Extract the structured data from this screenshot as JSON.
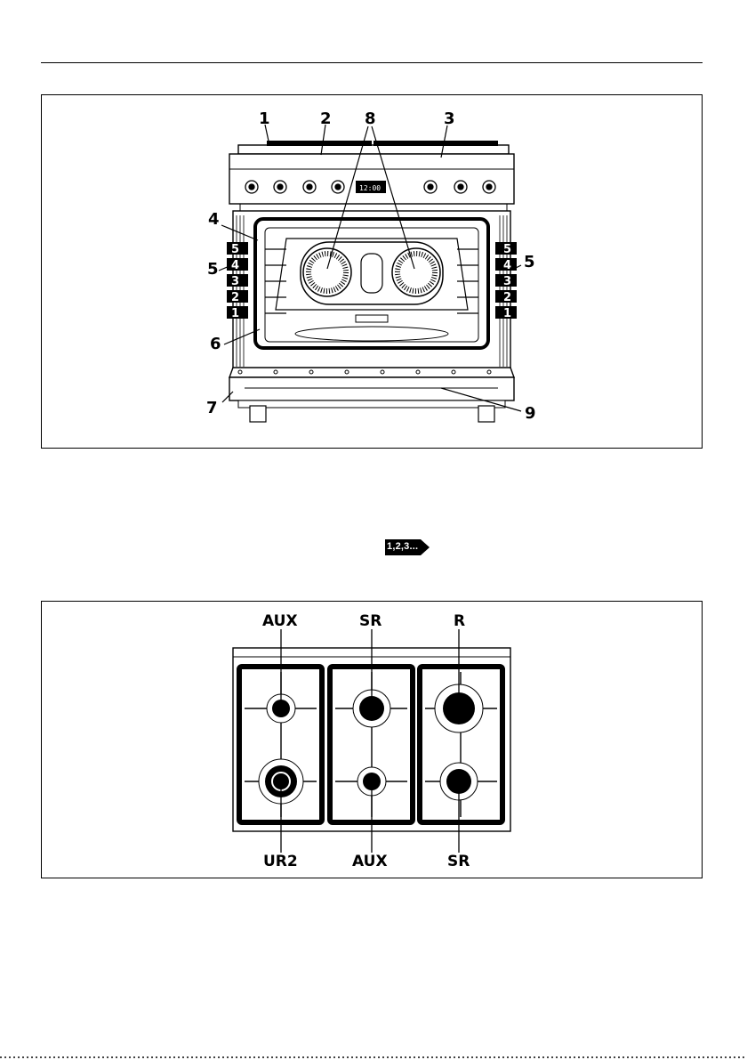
{
  "figure1": {
    "callouts": {
      "c1": "1",
      "c2": "2",
      "c3": "3",
      "c4": "4",
      "c5_left": "5",
      "c5_right": "5",
      "c6": "6",
      "c7": "7",
      "c8": "8",
      "c9": "9"
    },
    "shelf_levels_left": [
      "5",
      "4",
      "3",
      "2",
      "1"
    ],
    "shelf_levels_right": [
      "5",
      "4",
      "3",
      "2",
      "1"
    ],
    "display_reading": "12:00"
  },
  "badge": {
    "text": "1,2,3..."
  },
  "figure2": {
    "top_labels": [
      "AUX",
      "SR",
      "R"
    ],
    "bottom_labels": [
      "UR2",
      "AUX",
      "SR"
    ]
  }
}
